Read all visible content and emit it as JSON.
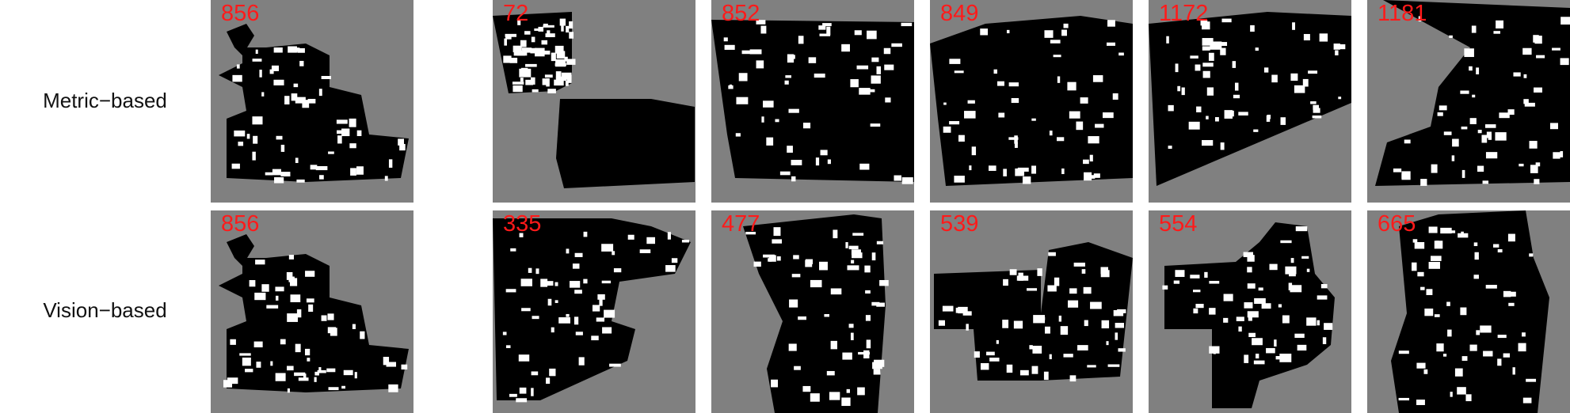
{
  "rows": [
    {
      "label": "Metric−based",
      "ids": [
        "856",
        "72",
        "852",
        "849",
        "1172",
        "1181"
      ]
    },
    {
      "label": "Vision−based",
      "ids": [
        "856",
        "335",
        "477",
        "539",
        "554",
        "665"
      ]
    }
  ],
  "colors": {
    "tile_bg": "#808080",
    "mask": "#000000",
    "building": "#ffffff",
    "id_label": "#ff1a1a"
  }
}
